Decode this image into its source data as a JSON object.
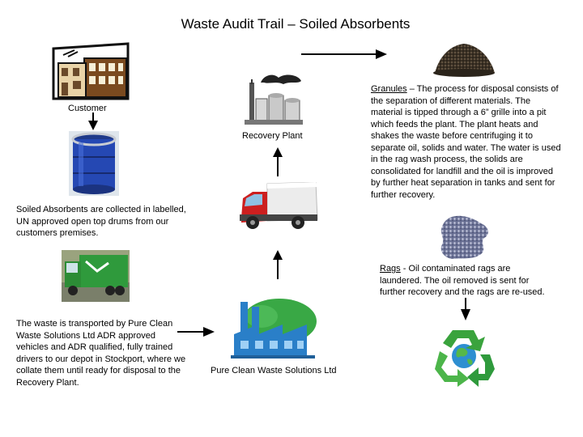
{
  "title": "Waste Audit Trail – Soiled Absorbents",
  "labels": {
    "customer": "Customer",
    "recovery_plant": "Recovery Plant",
    "pure_clean": "Pure Clean Waste Solutions Ltd"
  },
  "texts": {
    "collected": "Soiled Absorbents are collected  in labelled, UN approved open top drums from our customers premises.",
    "transported": "The waste is transported by Pure Clean Waste Solutions Ltd ADR approved vehicles and ADR qualified, fully trained drivers to our depot in Stockport, where we collate them until ready for disposal to the Recovery Plant.",
    "granules_heading": "Granules",
    "granules_body": " – The process for disposal consists of the separation of different materials. The material is tipped through a 6” grille into a pit which feeds the plant. The plant heats and shakes the  waste before centrifuging it to separate oil, solids and water. The water is used in the rag wash process, the solids are consolidated for landfill and the oil is improved by further heat separation in tanks and sent for further recovery.",
    "rags_heading": "Rags",
    "rags_body": " - Oil contaminated rags are laundered. The oil removed is sent for further recovery and the rags are re-used."
  },
  "icons": [
    "building-icon",
    "drum-icon",
    "green-truck-icon",
    "factory-icon",
    "recovery-plant-icon",
    "red-truck-icon",
    "granules-icon",
    "rags-icon",
    "recycle-icon"
  ],
  "colors": {
    "accent_green": "#2f9a3c",
    "truck_red": "#cc1f1f",
    "factory_blue": "#2a7fc8"
  }
}
